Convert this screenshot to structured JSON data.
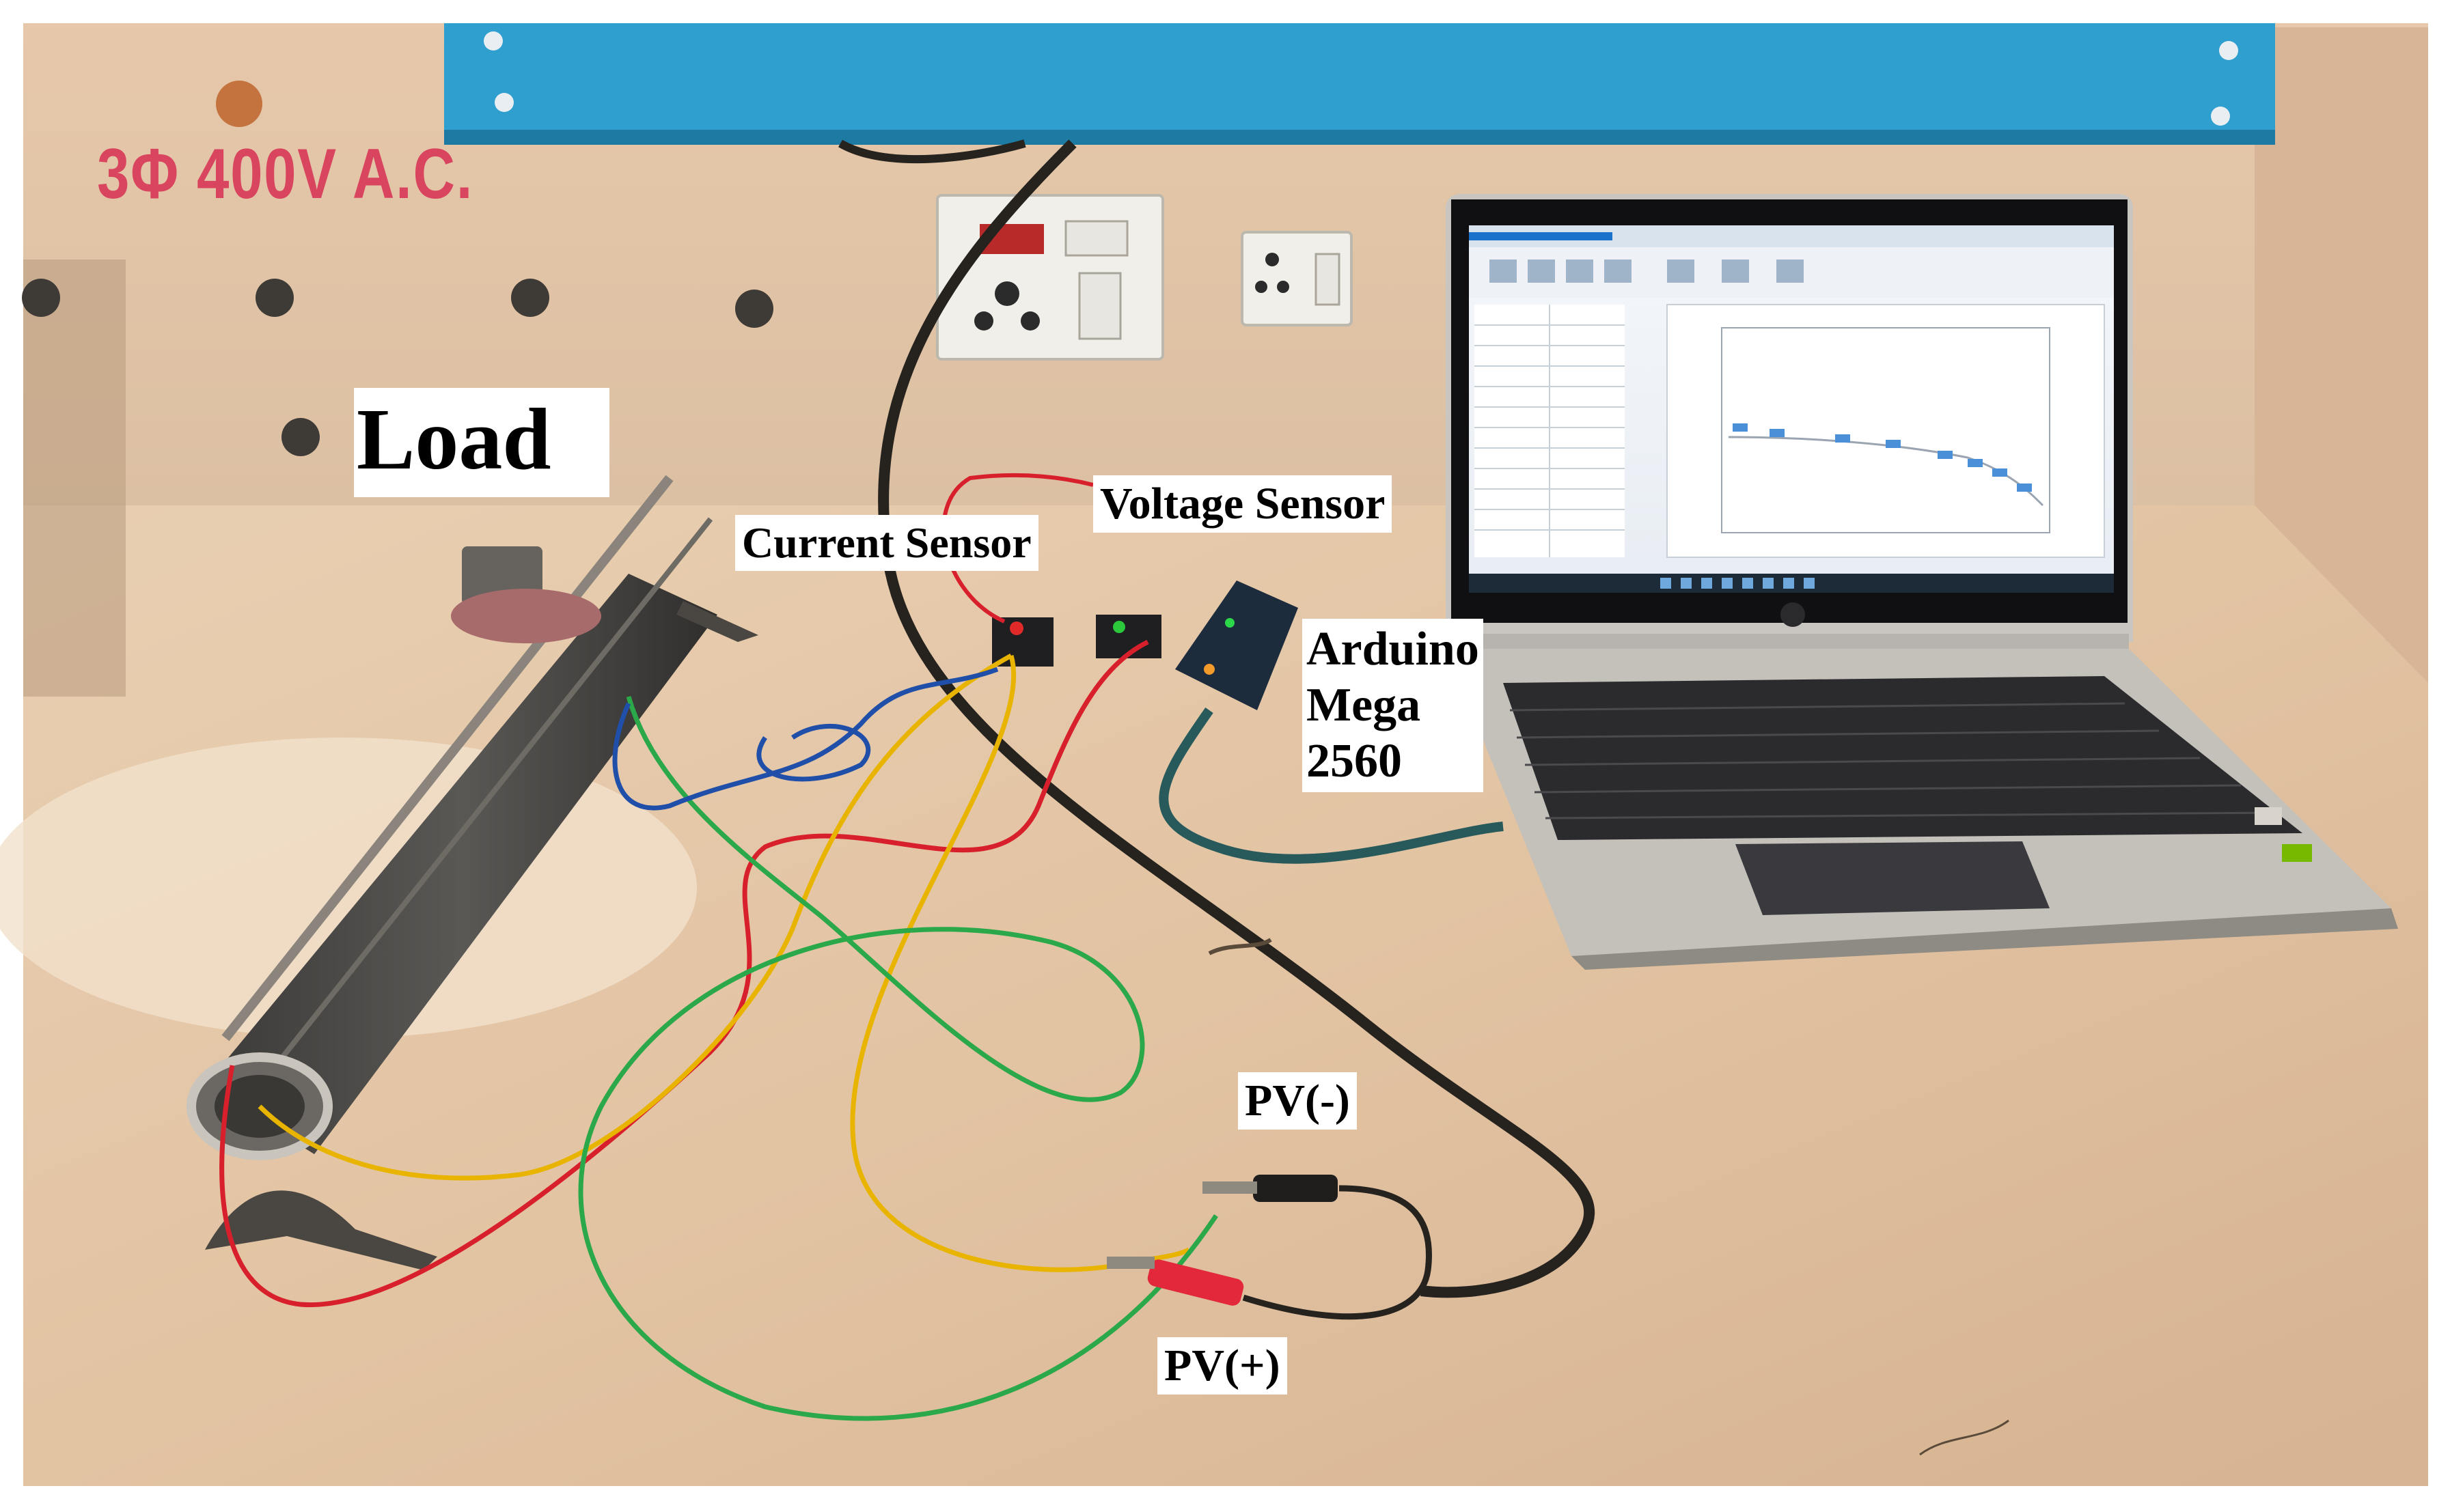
{
  "wall_sign": "3Φ 400V A.C.",
  "labels": {
    "load": "Load",
    "current_sensor": "Current Sensor",
    "voltage_sensor": "Voltage Sensor",
    "arduino": "Arduino\nMega\n2560",
    "pv_negative": "PV(-)",
    "pv_positive": "PV(+)"
  },
  "colors": {
    "board": "#e3c5a8",
    "blue_bar": "#2e9fcf",
    "wire_red": "#d8202c",
    "wire_yellow": "#e8b400",
    "wire_green": "#2aa84a",
    "wire_blue": "#1f4fa8",
    "laptop_silver": "#c9c6c2",
    "keyboard": "#2b2b2e"
  }
}
